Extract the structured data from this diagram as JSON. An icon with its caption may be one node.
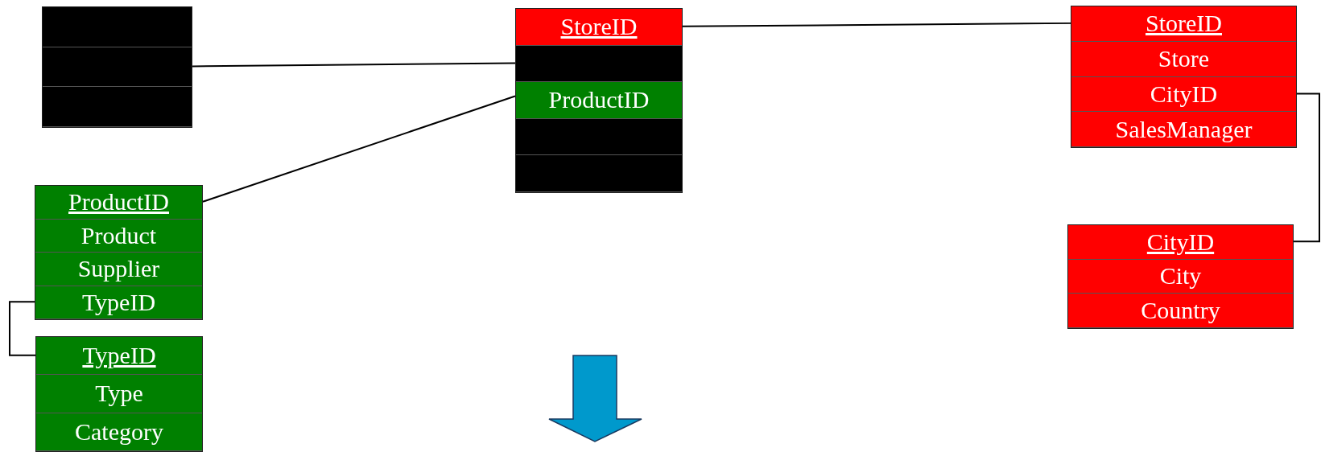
{
  "diagram": {
    "nodes": [
      {
        "text": [],
        "shape": "box"
      },
      {
        "text": [],
        "shape": "box",
        "in": 0
      },
      {
        "text": [],
        "shape": "box",
        "in": 0
      },
      {
        "text": [],
        "shape": "box",
        "in": 0
      },
      {
        "text": [],
        "shape": "box"
      },
      {
        "text": [
          "StoreID"
        ],
        "in": 4
      },
      {
        "text": [],
        "shape": "box",
        "in": 4
      },
      {
        "text": [
          "ProductID"
        ],
        "in": 4
      },
      {
        "text": [],
        "shape": "box",
        "in": 4
      },
      {
        "text": [],
        "shape": "box",
        "in": 4
      },
      {
        "text": [],
        "shape": "box"
      },
      {
        "text": [
          "StoreID"
        ],
        "in": 10
      },
      {
        "text": [
          "Store"
        ],
        "in": 10
      },
      {
        "text": [
          "CityID"
        ],
        "in": 10
      },
      {
        "text": [
          "SalesManager"
        ],
        "in": 10
      },
      {
        "text": [],
        "shape": "box"
      },
      {
        "text": [
          "ProductID"
        ],
        "in": 15
      },
      {
        "text": [
          "Product"
        ],
        "in": 15
      },
      {
        "text": [
          "Supplier"
        ],
        "in": 15
      },
      {
        "text": [
          "TypeID"
        ],
        "in": 15
      },
      {
        "text": [],
        "shape": "box"
      },
      {
        "text": [
          "CityID"
        ],
        "in": 20
      },
      {
        "text": [
          "City"
        ],
        "in": 20
      },
      {
        "text": [
          "Country"
        ],
        "in": 20
      },
      {
        "text": [],
        "shape": "box"
      },
      {
        "text": [
          "TypeID"
        ],
        "in": 24
      },
      {
        "text": [
          "Type"
        ],
        "in": 24
      },
      {
        "text": [
          "Category"
        ],
        "in": 24
      }
    ],
    "edges": [
      {
        "from": 2,
        "to": 6,
        "arrow": "none"
      },
      {
        "from": 5,
        "to": 11,
        "arrow": "none"
      },
      {
        "from": 7,
        "to": 16,
        "arrow": "none"
      },
      {
        "from": 13,
        "to": 21,
        "arrow": "none"
      },
      {
        "from": 19,
        "to": 25,
        "arrow": "none"
      }
    ]
  }
}
